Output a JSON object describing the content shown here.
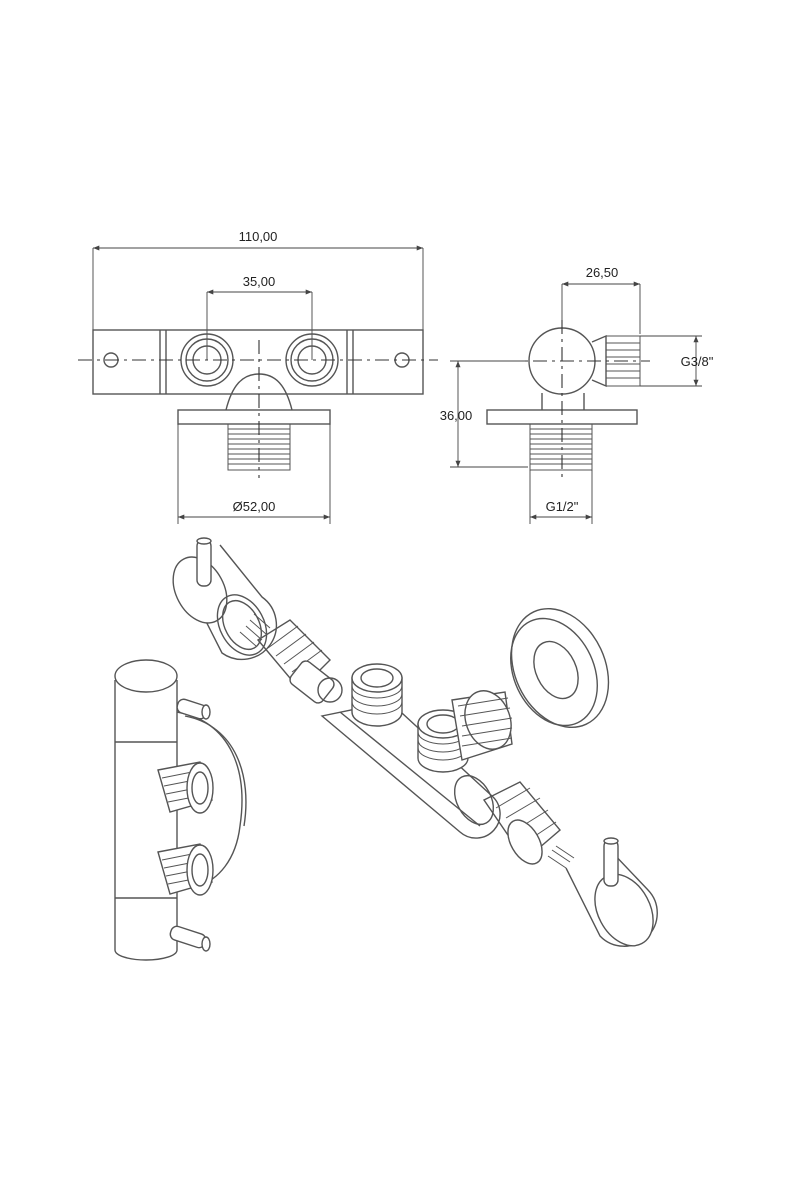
{
  "dimensions": {
    "overall_width": "110,00",
    "center_spacing": "35,00",
    "rosette_diameter": "Ø52,00",
    "depth": "26,50",
    "height": "36,00",
    "outlet_thread": "G3/8\"",
    "inlet_thread": "G1/2\""
  },
  "colors": {
    "line": "#555555",
    "text": "#222222",
    "background": "#ffffff"
  }
}
